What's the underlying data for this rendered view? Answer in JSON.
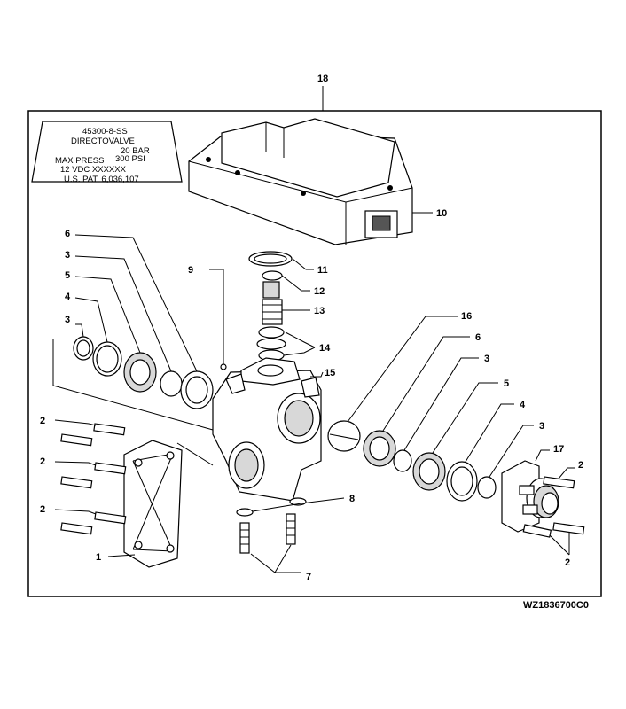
{
  "nameplate": {
    "line1": "45300-8-SS",
    "line2": "DIRECTOVALVE",
    "line3a": "20 BAR",
    "line4a": "MAX PRESS",
    "line4b": "300 PSI",
    "line5": "12 VDC   XXXXXX",
    "line6": "U.S. PAT. 6,036,107"
  },
  "figure_id": "WZ1836700C0",
  "callouts": {
    "c18": "18",
    "c10": "10",
    "c11": "11",
    "c12": "12",
    "c13": "13",
    "c14": "14",
    "c15": "15",
    "c16": "16",
    "c9": "9",
    "c6a": "6",
    "c3a": "3",
    "c5a": "5",
    "c4a": "4",
    "c3b": "3",
    "c6b": "6",
    "c3c": "3",
    "c5b": "5",
    "c4b": "4",
    "c3d": "3",
    "c17": "17",
    "c2a": "2",
    "c2b": "2",
    "c2c": "2",
    "c2d": "2",
    "c2e": "2",
    "c1": "1",
    "c8": "8",
    "c7": "7"
  }
}
